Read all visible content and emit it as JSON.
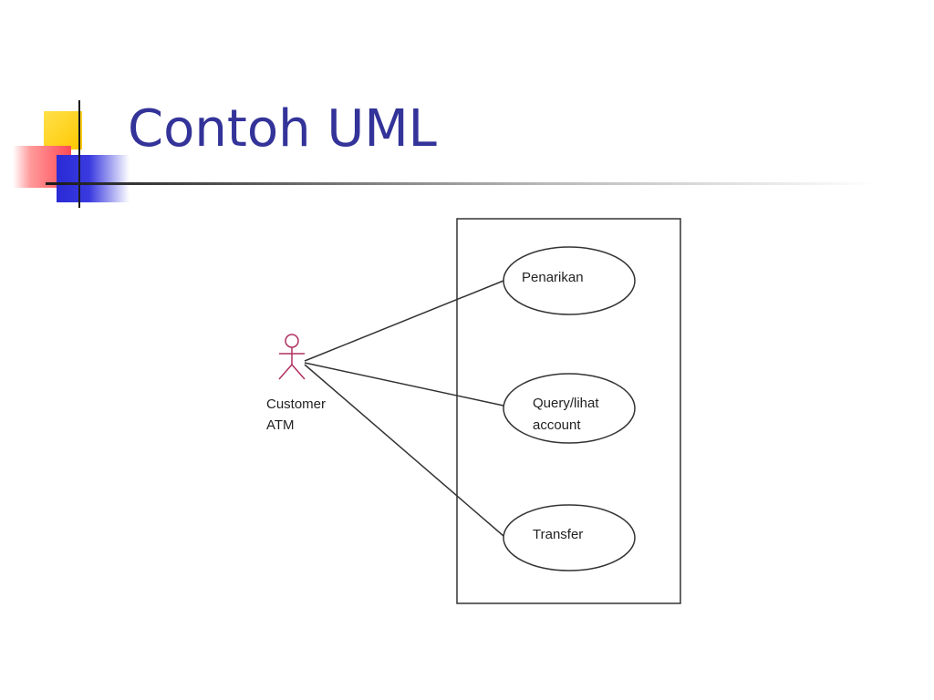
{
  "slide": {
    "title": "Contoh UML"
  },
  "diagram": {
    "actor": {
      "name_line1": "Customer",
      "name_line2": "ATM",
      "color": "#b03060"
    },
    "use_cases": [
      {
        "label_line1": "Penarikan",
        "label_line2": ""
      },
      {
        "label_line1": "Query/lihat",
        "label_line2": "account"
      },
      {
        "label_line1": "Transfer",
        "label_line2": ""
      }
    ]
  },
  "colors": {
    "title": "#333399",
    "accent_yellow": "#ffc800",
    "accent_red": "#ff4a55",
    "accent_blue": "#2a2ad6"
  }
}
